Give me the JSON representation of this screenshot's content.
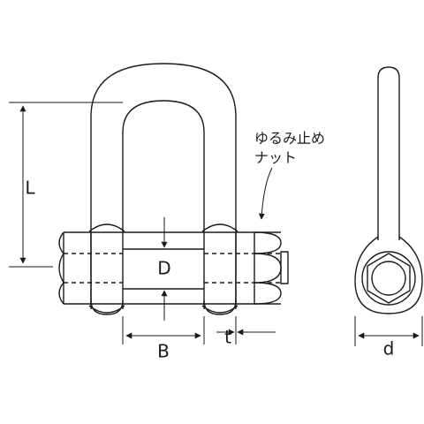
{
  "labels": {
    "L": "L",
    "D": "D",
    "B": "B",
    "t": "t",
    "d": "d",
    "lock_nut_line1": "ゆるみ止め",
    "lock_nut_line2": "ナット"
  }
}
